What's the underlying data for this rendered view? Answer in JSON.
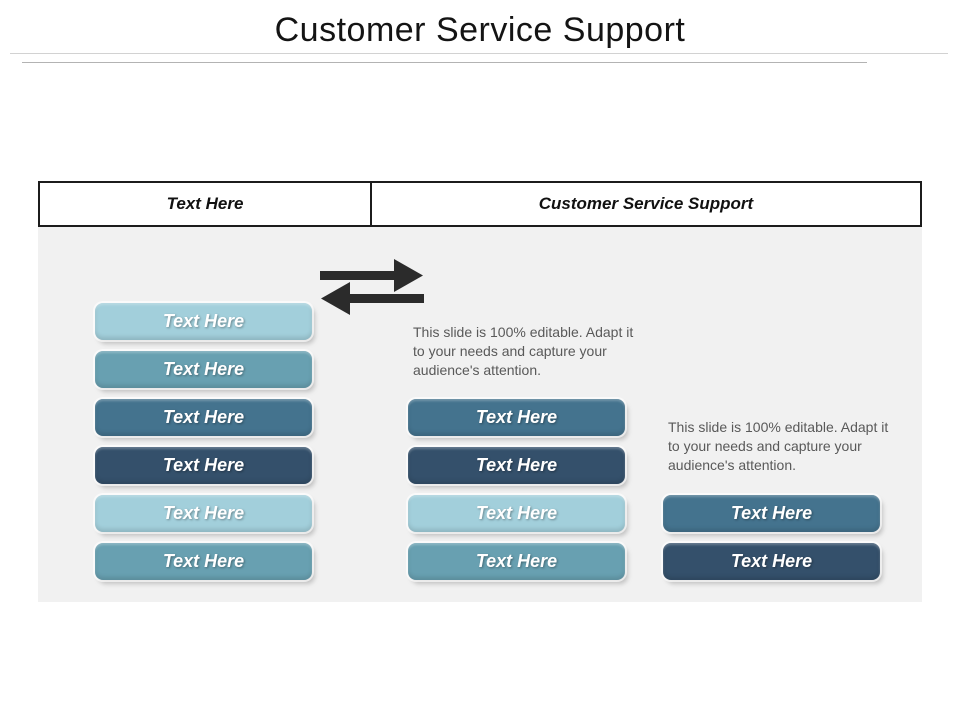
{
  "title": "Customer Service Support",
  "table": {
    "header_left": "Text Here",
    "header_right": "Customer Service Support"
  },
  "notes": {
    "middle": "This slide is 100% editable. Adapt it to your needs and capture your audience's attention.",
    "right": "This slide is 100% editable. Adapt it to your needs and capture your audience's attention."
  },
  "colors": {
    "light": "#a2cfdb",
    "teal": "#68a0b1",
    "steel": "#44738e",
    "navy": "#34506b",
    "arrow": "#2b2b2b",
    "panel_bg": "#f1f1f1",
    "note_text": "#595959"
  },
  "icons": {
    "swap_arrows": "two horizontal arrows pointing right and left"
  },
  "columns": {
    "left": [
      {
        "label": "Text Here",
        "color": "light"
      },
      {
        "label": "Text Here",
        "color": "teal"
      },
      {
        "label": "Text Here",
        "color": "steel"
      },
      {
        "label": "Text Here",
        "color": "navy"
      },
      {
        "label": "Text Here",
        "color": "light"
      },
      {
        "label": "Text Here",
        "color": "teal"
      }
    ],
    "middle": [
      {
        "label": "Text Here",
        "color": "steel"
      },
      {
        "label": "Text Here",
        "color": "navy"
      },
      {
        "label": "Text Here",
        "color": "light"
      },
      {
        "label": "Text Here",
        "color": "teal"
      }
    ],
    "right": [
      {
        "label": "Text Here",
        "color": "steel"
      },
      {
        "label": "Text Here",
        "color": "navy"
      }
    ]
  }
}
